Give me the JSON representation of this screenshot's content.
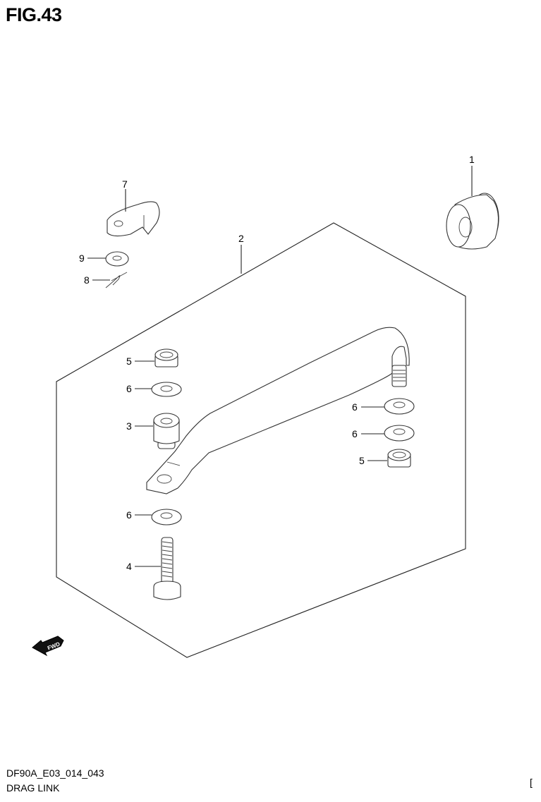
{
  "figure": {
    "title": "FIG.43"
  },
  "footer": {
    "code": "DF90A_E03_014_043",
    "name": "DRAG LINK",
    "mark": "["
  },
  "direction_indicator": {
    "label": "FWD"
  },
  "callouts": [
    {
      "id": "c1",
      "number": "1",
      "part": "grommet"
    },
    {
      "id": "c2",
      "number": "2",
      "part": "drag-link-assembly"
    },
    {
      "id": "c3",
      "number": "3",
      "part": "bushing"
    },
    {
      "id": "c4",
      "number": "4",
      "part": "bolt"
    },
    {
      "id": "c5a",
      "number": "5",
      "part": "nut"
    },
    {
      "id": "c5b",
      "number": "5",
      "part": "nut"
    },
    {
      "id": "c6a",
      "number": "6",
      "part": "washer"
    },
    {
      "id": "c6b",
      "number": "6",
      "part": "washer"
    },
    {
      "id": "c6c",
      "number": "6",
      "part": "washer"
    },
    {
      "id": "c6d",
      "number": "6",
      "part": "washer"
    },
    {
      "id": "c7",
      "number": "7",
      "part": "link-end"
    },
    {
      "id": "c8",
      "number": "8",
      "part": "clip"
    },
    {
      "id": "c9",
      "number": "9",
      "part": "washer"
    }
  ]
}
